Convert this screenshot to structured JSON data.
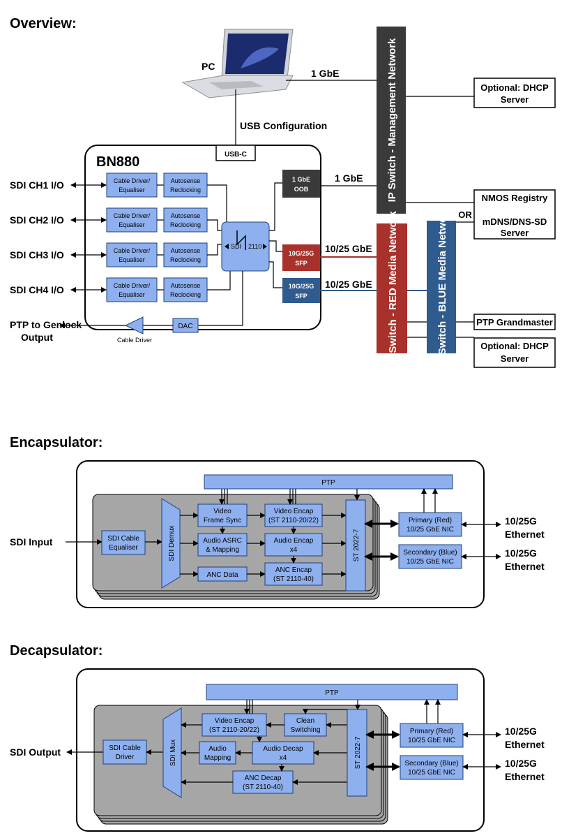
{
  "sections": {
    "overview": "Overview:",
    "encapsulator": "Encapsulator:",
    "decapsulator": "Decapsulator:"
  },
  "overview": {
    "pc": "PC",
    "pc_link": "1 GbE",
    "usb_config": "USB Configuration",
    "usb_c": "USB-C",
    "device": "BN880",
    "sdi_ports": [
      "SDI CH1 I/O",
      "SDI CH2 I/O",
      "SDI CH3 I/O",
      "SDI CH4 I/O"
    ],
    "cable_driver_eq": [
      "Cable Driver/",
      "Equaliser"
    ],
    "autosense": [
      "Autosense",
      "Reclocking"
    ],
    "sdi": "SDI",
    "st2110": "2110",
    "oob": [
      "1 GbE",
      "OOB"
    ],
    "oob_link": "1 GbE",
    "sfp_red": [
      "10G/25G",
      "SFP"
    ],
    "sfp_blue": [
      "10G/25G",
      "SFP"
    ],
    "red_link": "10/25 GbE",
    "blue_link": "10/25 GbE",
    "dac": "DAC",
    "cable_driver": "Cable Driver",
    "ptp_out": [
      "PTP to Genlock",
      "Output"
    ],
    "mgmt_switch": "IP Switch - Management Network",
    "red_switch": "IP Switch - RED Media Network",
    "blue_switch": "IP Switch - BLUE Media Network",
    "dhcp1": [
      "Optional: DHCP",
      "Server"
    ],
    "nmos": "NMOS Registry",
    "or": "OR",
    "mdns": [
      "mDNS/DNS-SD",
      "Server"
    ],
    "ptp_gm": "PTP Grandmaster",
    "dhcp2": [
      "Optional: DHCP",
      "Server"
    ]
  },
  "encapsulator": {
    "ptp": "PTP",
    "input": "SDI Input",
    "eq": [
      "SDI Cable",
      "Equaliser"
    ],
    "demux": "SDI Demux",
    "frame_sync": [
      "Video",
      "Frame Sync"
    ],
    "asrc": [
      "Audio ASRC",
      "& Mapping"
    ],
    "anc_data": "ANC Data",
    "video_encap": [
      "Video Encap",
      "(ST 2110-20/22)"
    ],
    "audio_encap": [
      "Audio Encap",
      "x4"
    ],
    "anc_encap": [
      "ANC Encap",
      "(ST 2110-40)"
    ],
    "st2022": "ST 2022-7",
    "primary_nic": [
      "Primary (Red)",
      "10/25 GbE NIC"
    ],
    "secondary_nic": [
      "Secondary (Blue)",
      "10/25 GbE NIC"
    ],
    "eth1": [
      "10/25G",
      "Ethernet"
    ],
    "eth2": [
      "10/25G",
      "Ethernet"
    ]
  },
  "decapsulator": {
    "ptp": "PTP",
    "output": "SDI Output",
    "driver": [
      "SDI Cable",
      "Driver"
    ],
    "mux": "SDI Mux",
    "video_encap": [
      "Video Encap",
      "(ST 2110-20/22)"
    ],
    "clean_switching": [
      "Clean",
      "Switching"
    ],
    "audio_mapping": [
      "Audio",
      "Mapping"
    ],
    "audio_decap": [
      "Audio Decap",
      "x4"
    ],
    "anc_decap": [
      "ANC Decap",
      "(ST 2110-40)"
    ],
    "st2022": "ST 2022-7",
    "primary_nic": [
      "Primary (Red)",
      "10/25 GbE NIC"
    ],
    "secondary_nic": [
      "Secondary (Blue)",
      "10/25 GbE NIC"
    ],
    "eth1": [
      "10/25G",
      "Ethernet"
    ],
    "eth2": [
      "10/25G",
      "Ethernet"
    ]
  },
  "colors": {
    "block": "#8fb0ee",
    "red": "#a8312b",
    "blue": "#2f5b8f",
    "dark": "#3a3a3a",
    "gray": "#a6a6a6"
  }
}
